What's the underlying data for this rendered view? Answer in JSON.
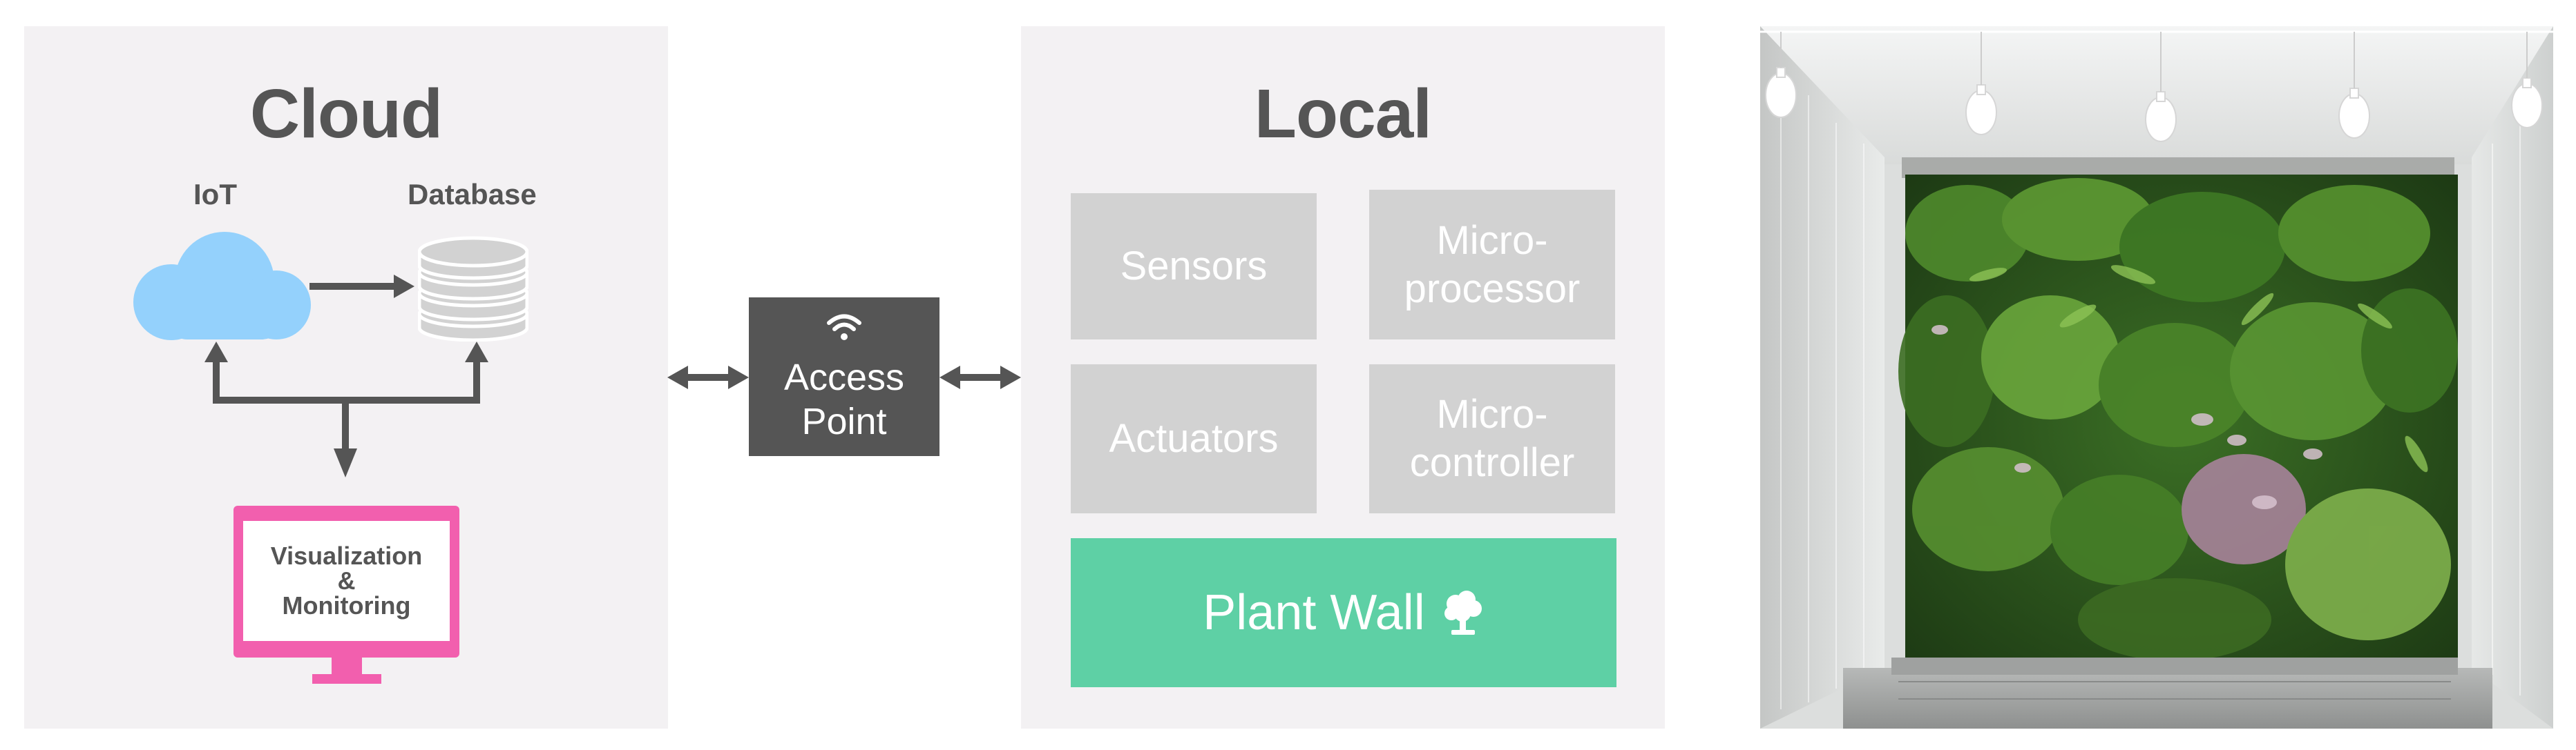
{
  "cloud": {
    "title": "Cloud",
    "iot_label": "IoT",
    "database_label": "Database",
    "monitor_label": "Visualization\n&\nMonitoring"
  },
  "access_point": {
    "label": "Access\nPoint",
    "icon": "wifi-icon"
  },
  "local": {
    "title": "Local",
    "components": [
      "Sensors",
      "Micro-\nprocessor",
      "Actuators",
      "Micro-\ncontroller"
    ],
    "plant_wall_label": "Plant Wall",
    "plant_wall_icon": "tree-icon"
  },
  "colors": {
    "panel_bg": "#f3f1f3",
    "text_gray": "#555555",
    "box_gray": "#d2d2d2",
    "cloud_blue": "#94d1fc",
    "monitor_pink": "#f25fae",
    "plant_green": "#5ed0a5",
    "access_point_bg": "#555555"
  }
}
